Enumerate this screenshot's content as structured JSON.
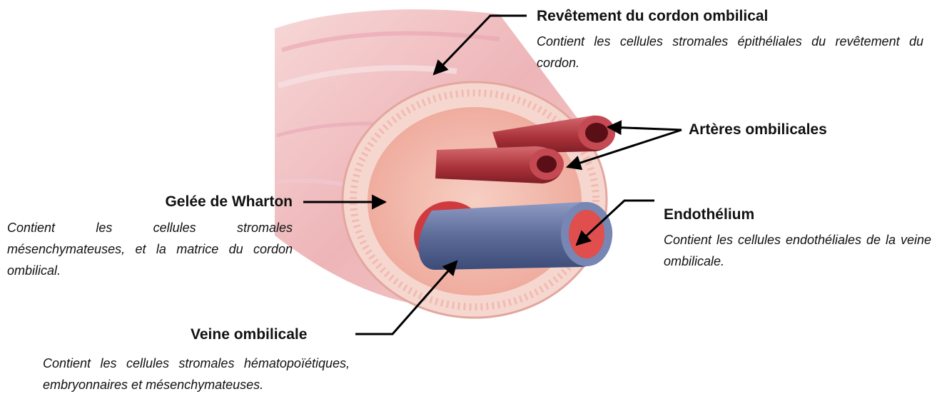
{
  "labels": {
    "revetement": {
      "title": "Revêtement du cordon ombilical",
      "desc": "Contient les cellules stromales épithéliales du revêtement du cordon."
    },
    "arteres": {
      "title": "Artères ombilicales"
    },
    "wharton": {
      "title": "Gelée de Wharton",
      "desc": "Contient les cellules stromales mésenchymateuses, et la matrice du cordon ombilical."
    },
    "endothelium": {
      "title": "Endothélium",
      "desc": "Contient les cellules endothéliales de la veine ombilicale."
    },
    "veine": {
      "title": "Veine ombilicale",
      "desc": "Contient les cellules stromales hématopoïétiques, embryonnaires et mésenchymateuses."
    }
  },
  "colors": {
    "cord_outer": "#f0c2c2",
    "cord_cut": "#f3bcb4",
    "wharton_jelly": "#f2b9aa",
    "artery": "#b63a42",
    "artery_lumen": "#5a0f16",
    "vein": "#6b7aa6",
    "vein_lumen": "#e04e4e"
  }
}
